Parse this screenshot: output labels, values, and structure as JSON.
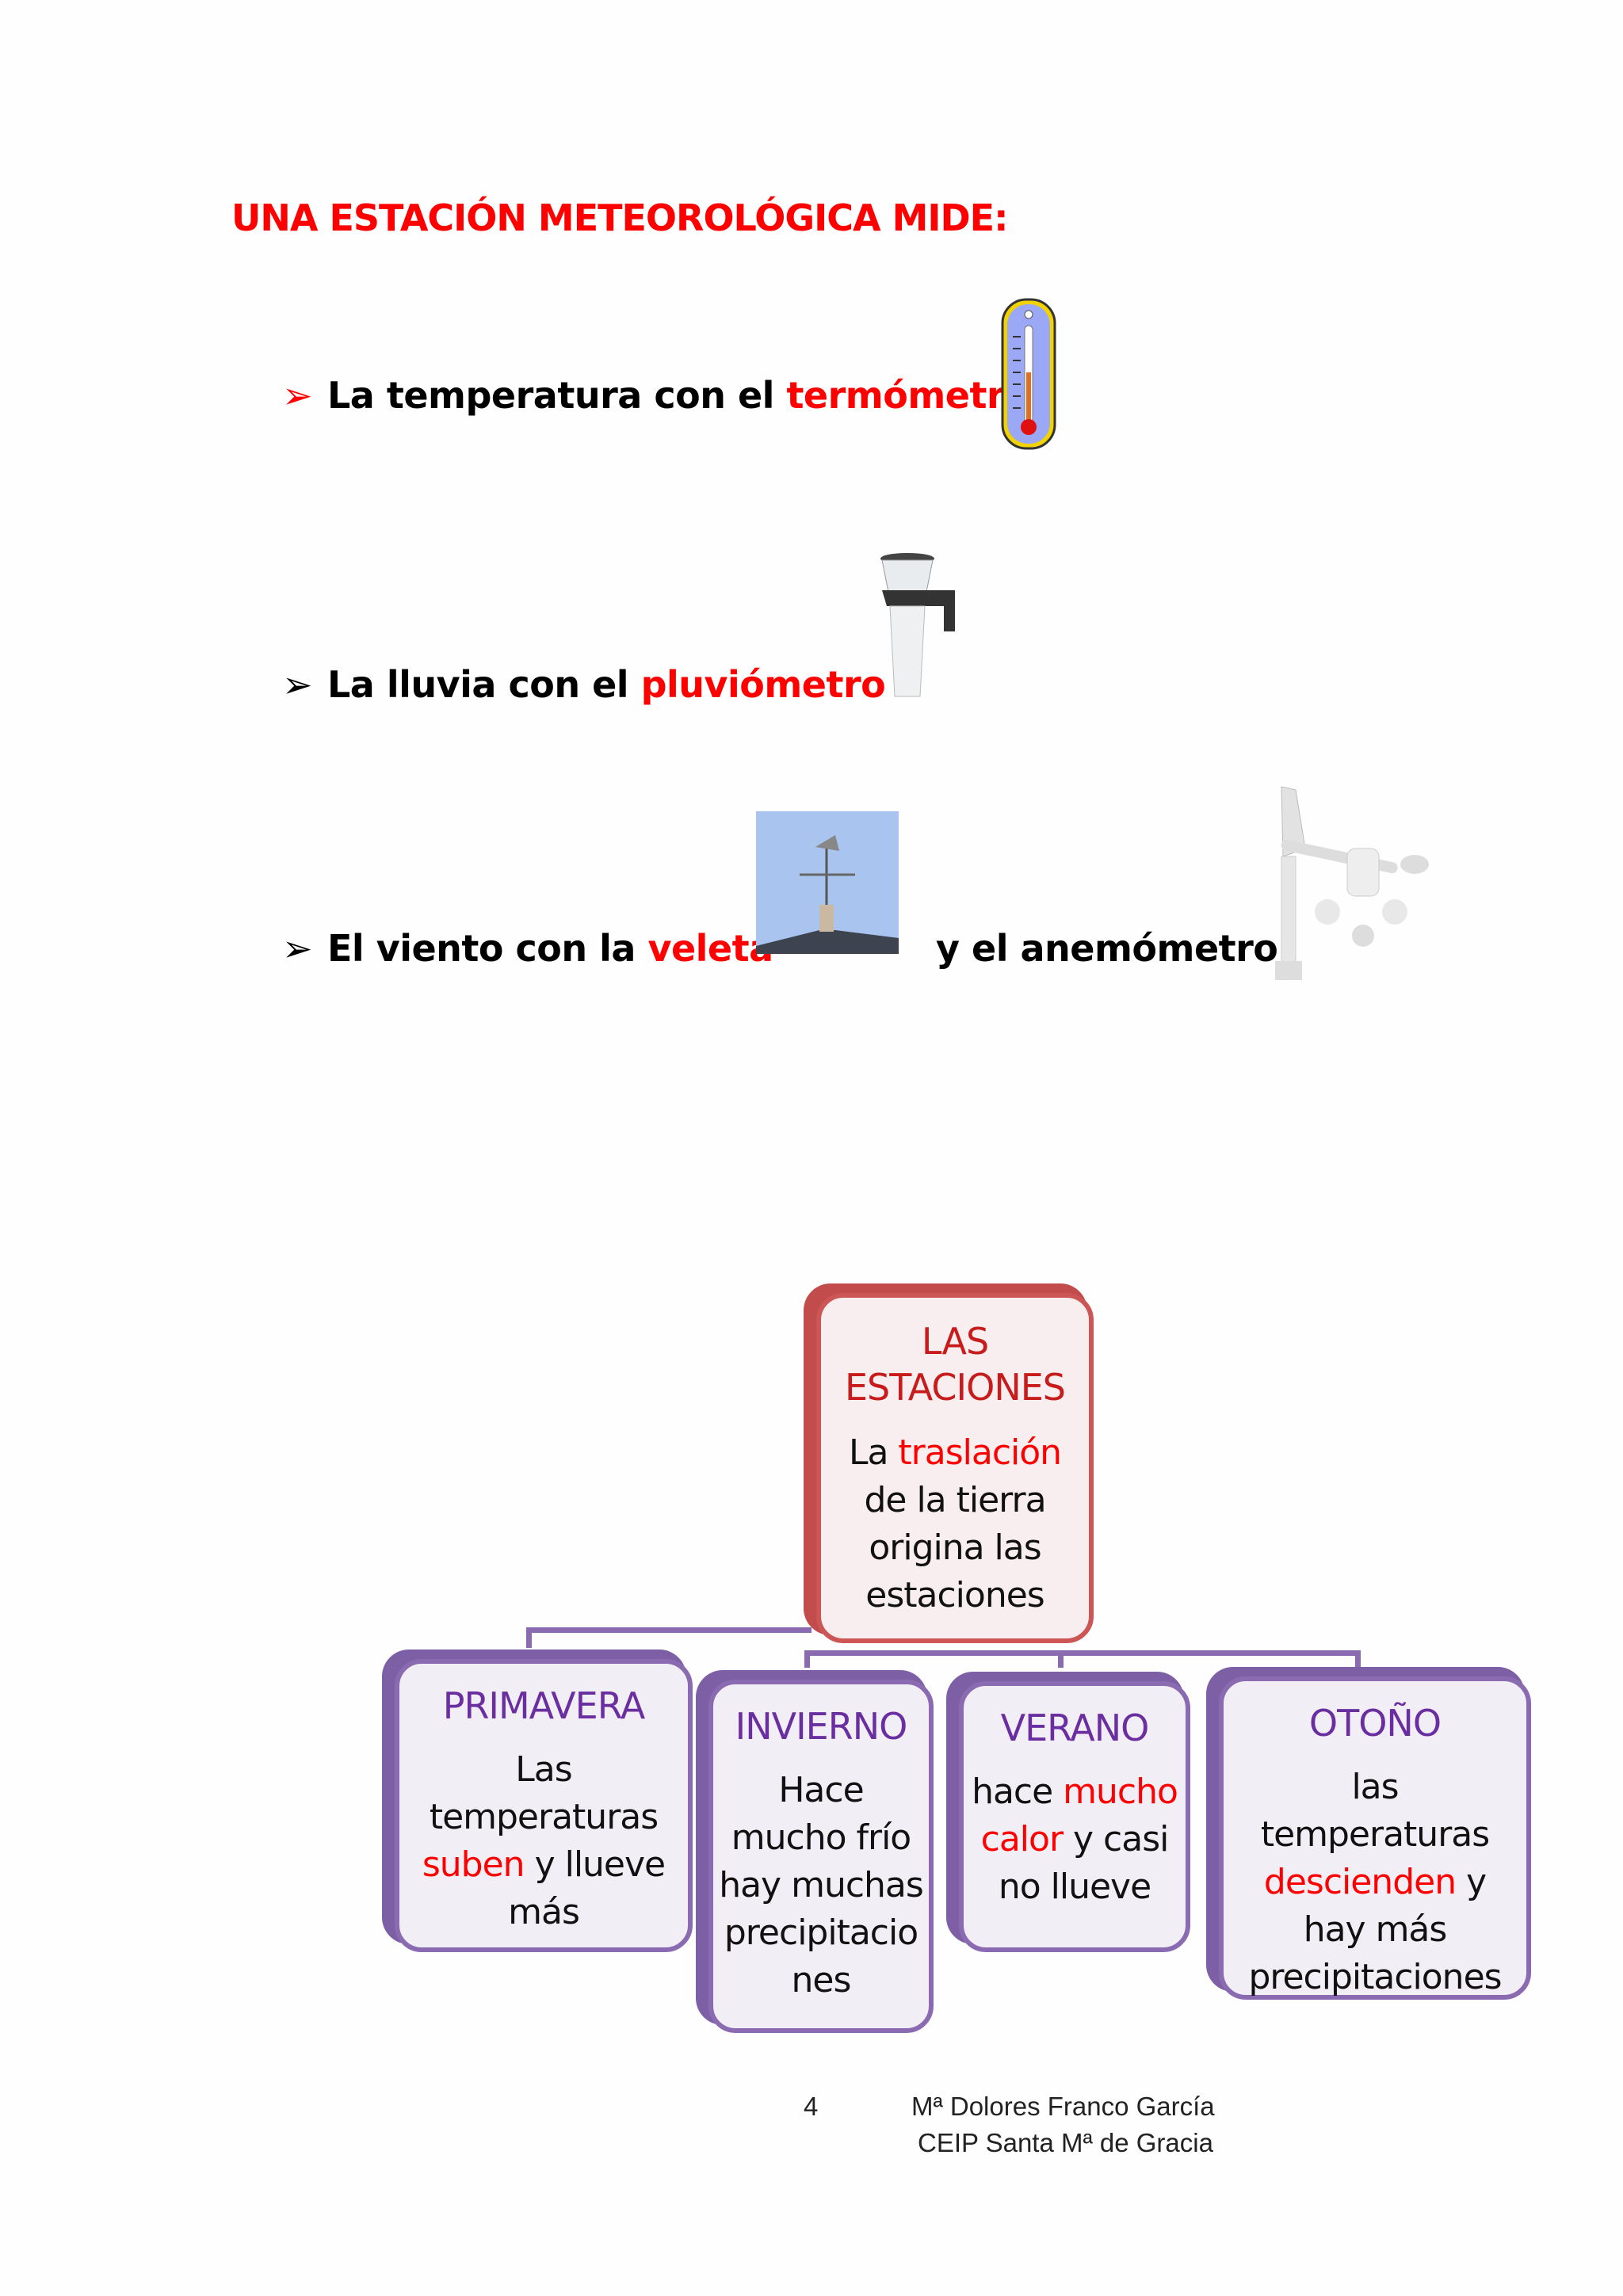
{
  "heading": "UNA ESTACIÓN METEOROLÓGICA MIDE:",
  "items": [
    {
      "text": "La temperatura con el ",
      "instrument": "termómetro",
      "image": "thermometer"
    },
    {
      "text": "La lluvia con el ",
      "instrument": "pluviómetro",
      "image": "rain-gauge"
    },
    {
      "text": "El viento con la ",
      "instrument": "veleta",
      "connector": "y el ",
      "instrument2": "anemómetro",
      "image": "weather-vane",
      "image2": "anemometer"
    }
  ],
  "diagram": {
    "root": {
      "title_1": "LAS",
      "title_2": "ESTACIONES",
      "t1": "La ",
      "t1_red": "traslación",
      "t2": "de la tierra",
      "t3": "origina las",
      "t4": "estaciones"
    },
    "primavera": {
      "title": "PRIMAVERA",
      "l1": "Las",
      "l2_red": "temperaturas",
      "l3_red": "suben",
      "l3": " y llueve",
      "l4": "más"
    },
    "invierno": {
      "title": "INVIERNO",
      "l1": "Hace",
      "l2_red": "mucho frío",
      "l3": "hay muchas",
      "l4": "precipitacio",
      "l5": "nes"
    },
    "verano": {
      "title": "VERANO",
      "l1": "hace ",
      "l1_red": "mucho",
      "l2_red": "calor",
      "l2": " y casi",
      "l3": "no llueve"
    },
    "otono": {
      "title": "OTOÑO",
      "l1": "las",
      "l2_red": "temperaturas",
      "l3_red": "descienden",
      "l3": " y",
      "l4": "hay más",
      "l5": "precipitaciones"
    },
    "colors": {
      "root": "#cc5555",
      "seasons": "#8a6ab0",
      "title": "#6a2ea0",
      "highlight": "#ff0000"
    }
  },
  "footer": {
    "page": "4",
    "author": "Mª Dolores Franco García",
    "school": "CEIP Santa Mª de Gracia"
  }
}
